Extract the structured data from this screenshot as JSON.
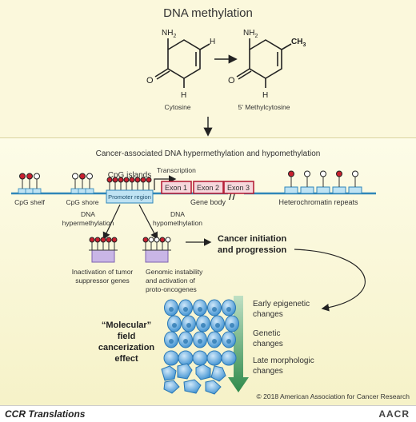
{
  "title": "DNA methylation",
  "molecules": {
    "cytosine": {
      "name": "Cytosine",
      "nh2": "NH",
      "nh2_sub": "2",
      "o": "O",
      "h1": "H",
      "h2": "H"
    },
    "methylcytosine": {
      "name": "5' Methylcytosine",
      "nh2": "NH",
      "nh2_sub": "2",
      "o": "O",
      "h": "H",
      "ch3": "CH",
      "ch3_sub": "3"
    }
  },
  "section_heading": "Cancer-associated DNA hypermethylation and hypomethylation",
  "gene_row": {
    "cpg_shelf": "CpG shelf",
    "cpg_shore": "CpG shore",
    "cpg_islands": "CpG islands",
    "promoter_region": "Promoter region",
    "transcription": "Transcription",
    "exons": [
      "Exon 1",
      "Exon 2",
      "Exon 3"
    ],
    "gene_body": "Gene body",
    "heterochromatin": "Heterochromatin repeats",
    "break_mark": "//"
  },
  "branches": {
    "hyper_label_1": "DNA",
    "hyper_label_2": "hypermethylation",
    "hypo_label_1": "DNA",
    "hypo_label_2": "hypomethylation",
    "hyper_result_1": "Inactivation of tumor",
    "hyper_result_2": "suppressor genes",
    "hypo_result_1": "Genomic instability",
    "hypo_result_2": "and activation of",
    "hypo_result_3": "proto-oncogenes"
  },
  "outcome": {
    "line1": "Cancer initiation",
    "line2": "and progression"
  },
  "field_effect": {
    "line1": "“Molecular”",
    "line2": "field",
    "line3": "cancerization",
    "line4": "effect"
  },
  "progression_steps": [
    {
      "line1": "Early epigenetic",
      "line2": "changes"
    },
    {
      "line1": "Genetic",
      "line2": "changes"
    },
    {
      "line1": "Late morphologic",
      "line2": "changes"
    }
  ],
  "copyright": "© 2018 American Association for Cancer Research",
  "footer": {
    "left": "CCR Translations",
    "right": "AACR"
  },
  "colors": {
    "methylated": "#c8202f",
    "unmethylated": "#ffffff",
    "dna_blue": "#2f86b9",
    "promoter_fill": "#bfe3f3",
    "exon_fill": "#f6d7dc",
    "exon_border": "#b6223a",
    "gene_box": "#c9b6e6",
    "arrow_green": "#4f9a62",
    "cell_blue": "#2f86c4"
  }
}
